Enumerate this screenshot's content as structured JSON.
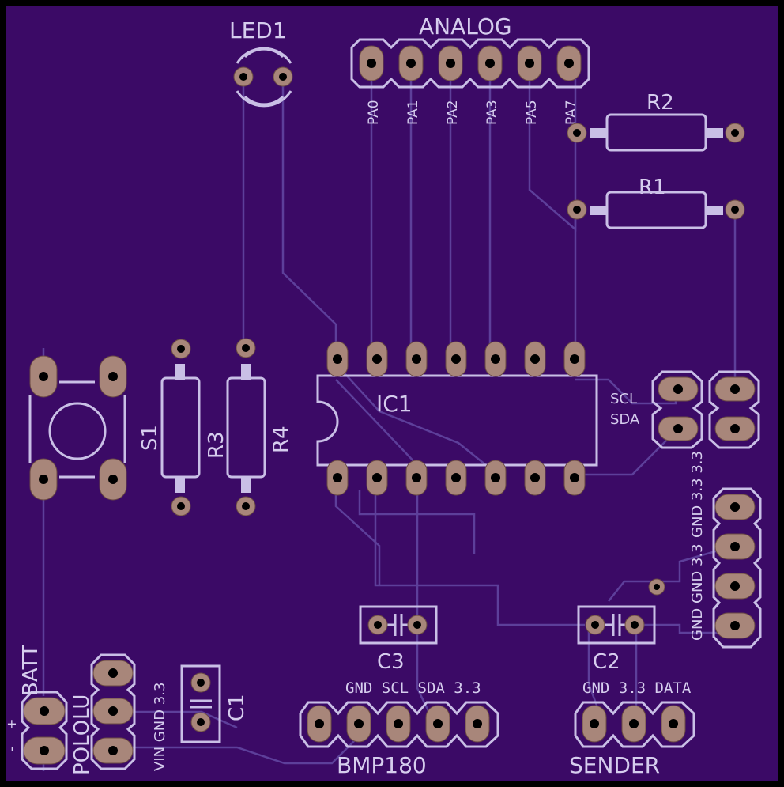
{
  "colors": {
    "board": "#3b0a66",
    "silkscreen": "#d6cdee",
    "trace": "#5d3f9a",
    "pad": "#a8867a",
    "edge": "#000000"
  },
  "labels": {
    "led1": "LED1",
    "analog": "ANALOG",
    "r1": "R1",
    "r2": "R2",
    "r3": "R3",
    "r4": "R4",
    "s1": "S1",
    "ic1": "IC1",
    "c1": "C1",
    "c2": "C2",
    "c3": "C3",
    "scl": "SCL",
    "sda": "SDA",
    "i2c_pins": "GND 3.3 3.3",
    "i2c_pins2": "GND GND 3.3",
    "bmp_pins": "GND SCL SDA 3.3",
    "bmp180": "BMP180",
    "sender_pins": "GND 3.3 DATA",
    "sender": "SENDER",
    "batt": "BATT",
    "batt_minus": "-",
    "batt_plus": "+",
    "pololu": "POLOLU",
    "pololu_pins": "VIN GND 3.3"
  },
  "analog_pins": [
    "PA0",
    "PA1",
    "PA2",
    "PA3",
    "PA5",
    "PA7"
  ]
}
